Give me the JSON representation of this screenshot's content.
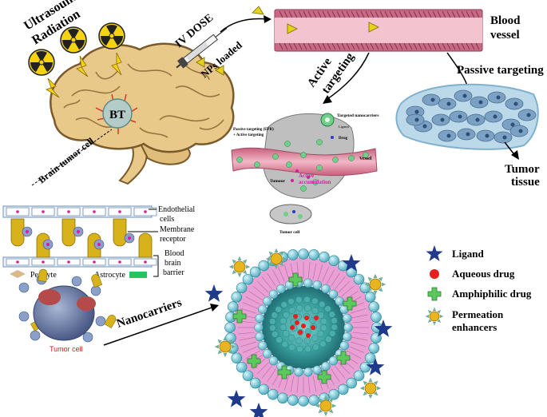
{
  "labels": {
    "ultrasound": "Ultrasound",
    "radiation": "Radiation",
    "iv_dose": "IV DOSE",
    "nps_loaded": "NPs loaded",
    "blood": "Blood",
    "vessel": "vessel",
    "passive_targeting": "Passive targeting",
    "active": "Active",
    "targeting": "targeting",
    "tumor": "Tumor",
    "tissue": "tissue",
    "bt": "BT",
    "brain_tumor_cell": "Brain tumor cell",
    "inset_targeted_nanocarriers": "Targeted nanocarriers",
    "inset_ligand": "Ligand",
    "inset_drug": "Drug",
    "inset_passive_line1": "Passive targeting (EPR)",
    "inset_passive_line2": "+ Active targeting",
    "inset_vessel": "Vessel",
    "inset_tumour": "Tumour",
    "inset_active": "Active",
    "inset_accumulation": "accumulation",
    "inset_tumor_cell": "Tumor cell",
    "endothelial": "Endothelial",
    "cells": "cells",
    "membrane": "Membrane",
    "receptor": "receptor",
    "bbb_blood": "Blood",
    "bbb_brain": "brain",
    "bbb_barrier": "barrier",
    "pericyte": "Pericyte",
    "astrocyte": "Astrocyte",
    "tumor_cell_red": "Tumor cell",
    "nanocarriers": "Nanocarriers"
  },
  "legend": [
    {
      "icon": "star-icon",
      "label": "Ligand",
      "color": "#1f3a8a"
    },
    {
      "icon": "red-dot-icon",
      "label": "Aqueous drug",
      "color": "#e51e1e"
    },
    {
      "icon": "green-cross-icon",
      "label": "Amphiphilic drug",
      "color": "#5cc95c"
    },
    {
      "icon": "sun-icon",
      "label": "Permeation",
      "label2": "enhancers",
      "color": "#e8b420"
    }
  ],
  "colors": {
    "brain": "#e8c98a",
    "brain_stroke": "#7a5a2a",
    "vessel": "#d9839a",
    "vessel_light": "#f3c3cf",
    "tissue": "#9cc3dc",
    "bead": "#6fc1cf",
    "lipid_pink": "#e9a1d4",
    "core": "#2f8f8f",
    "radiation": "#f3d312",
    "astrocyte": "#22c55e",
    "pericyte": "#d9b98a",
    "tumor_red": "#cc1f1f"
  }
}
